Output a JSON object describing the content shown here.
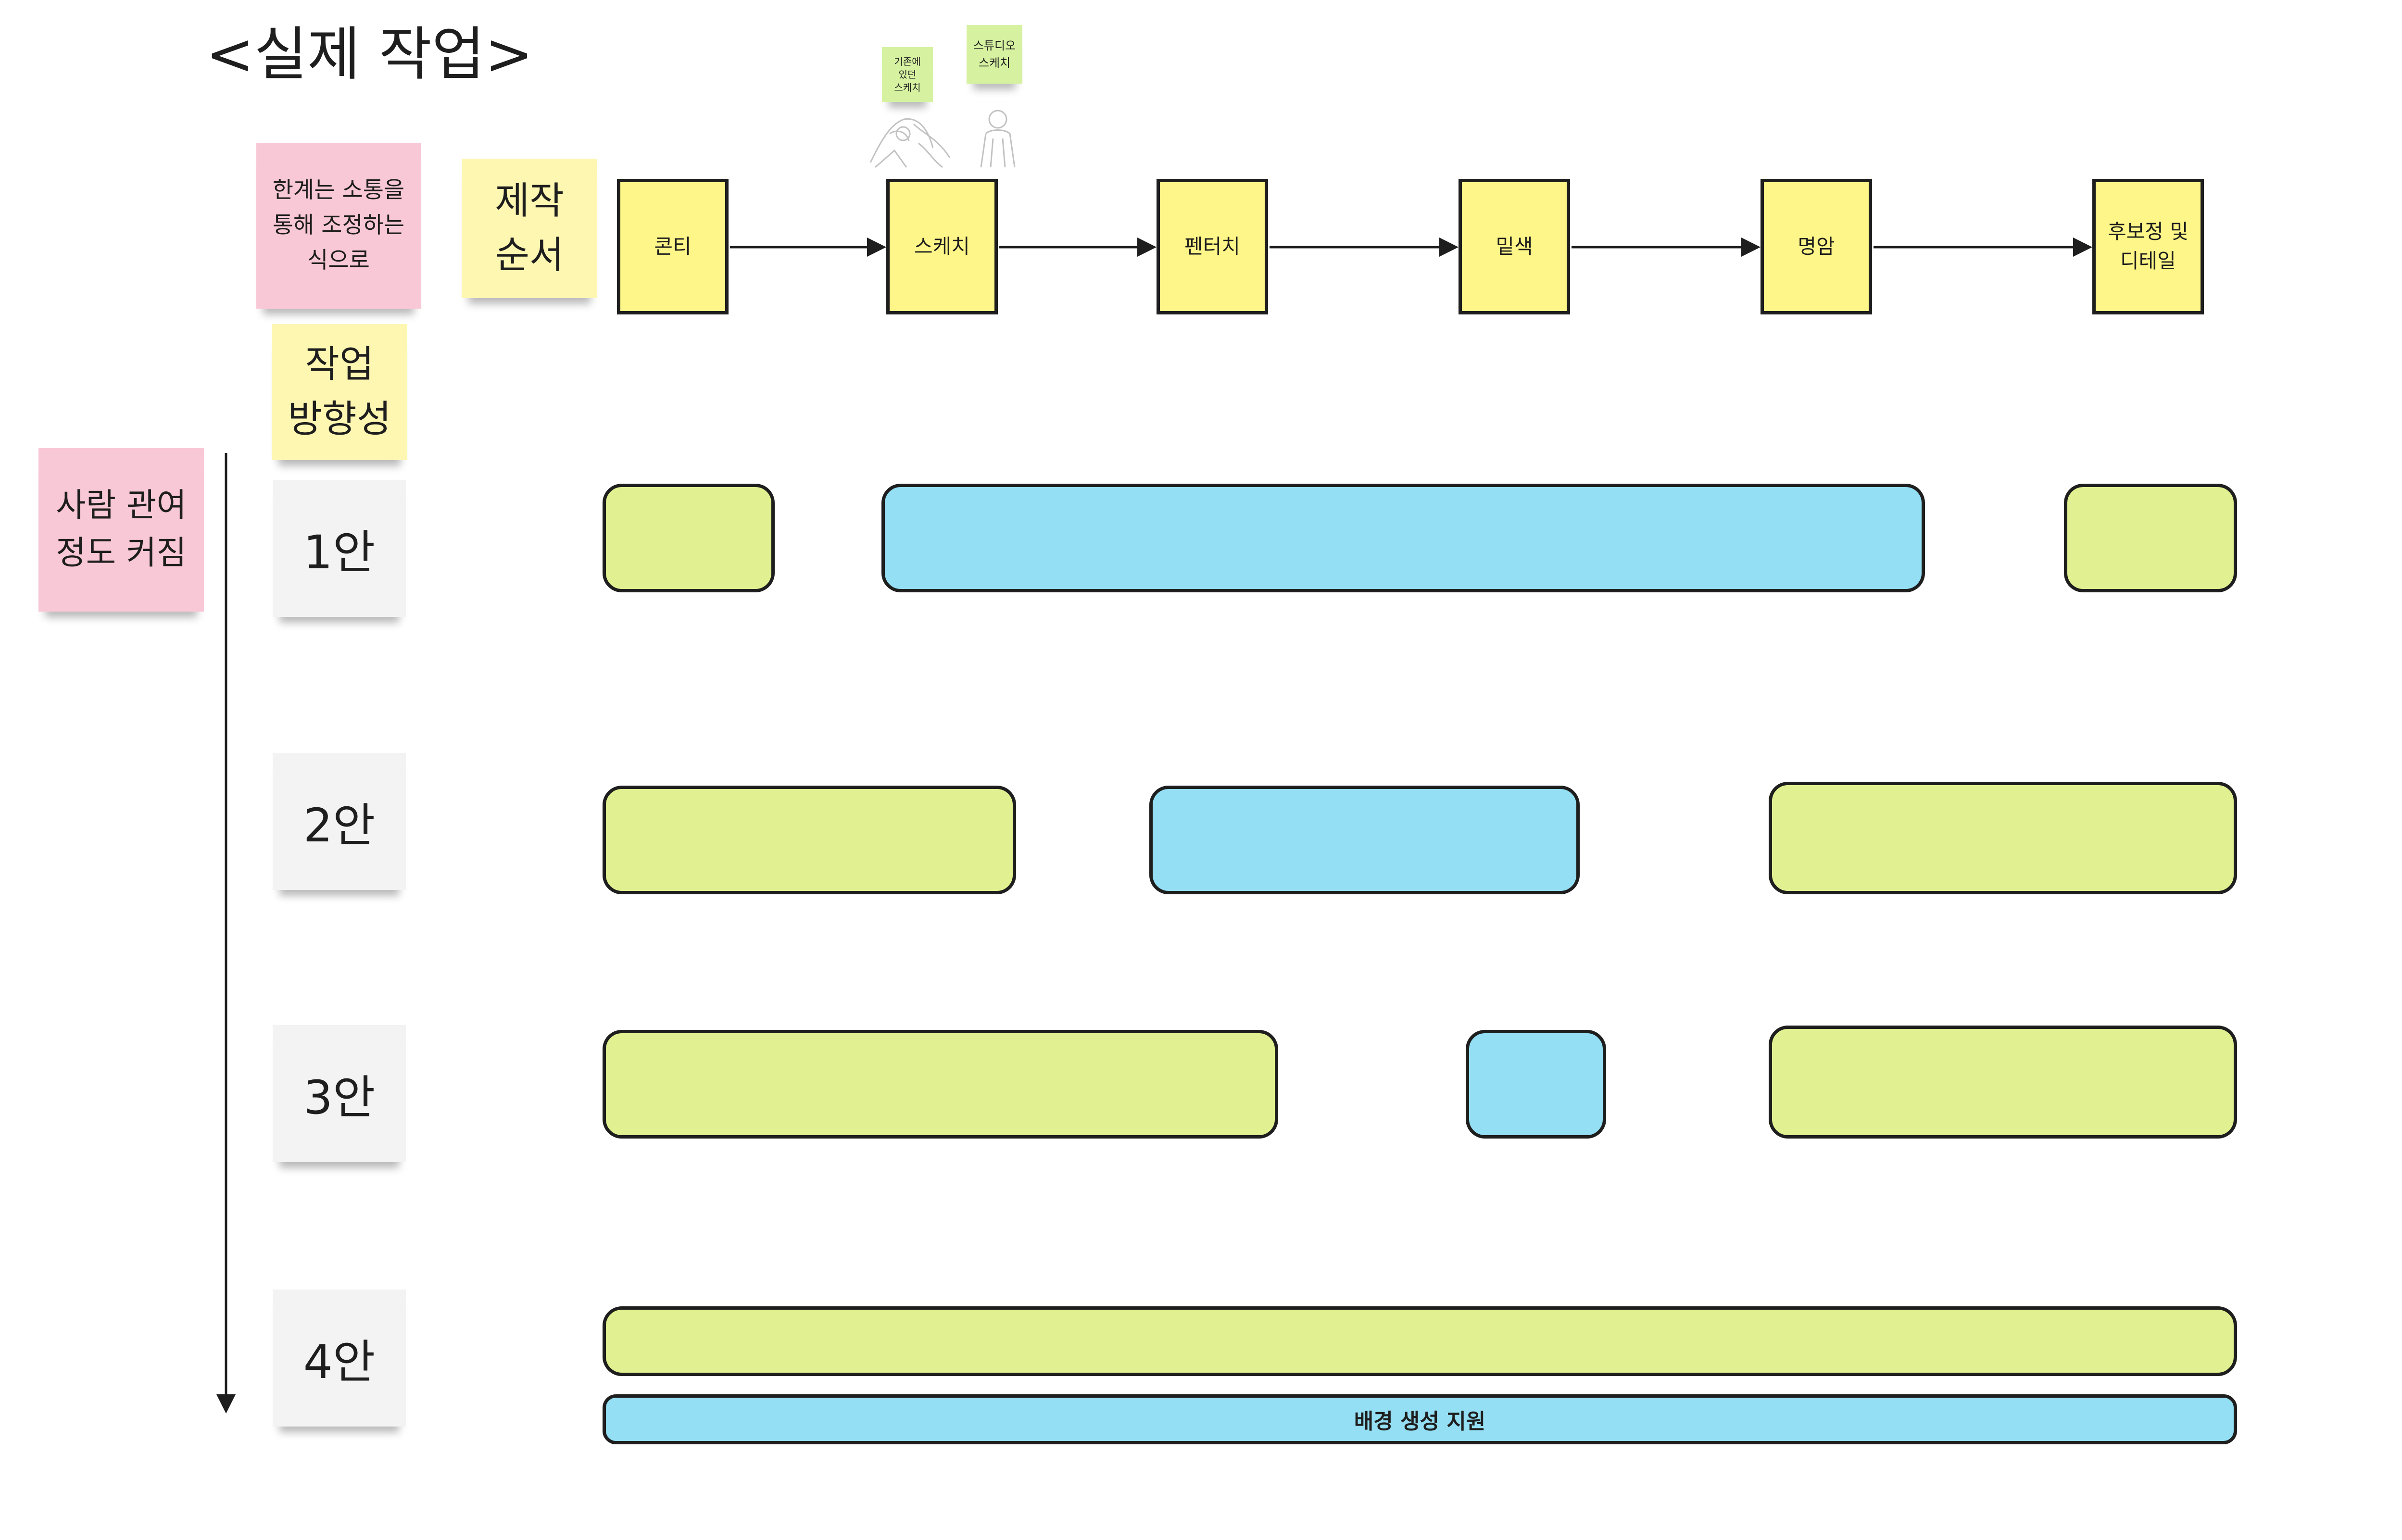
{
  "title": "<실제 작업>",
  "notes": {
    "limit_note": "한계는 소통을\n통해 조정하는\n식으로",
    "order_label": "제작\n순서",
    "direction_label": "작업\n방향성",
    "involvement_note": "사람 관여\n정도 커짐",
    "existing_sketch_note": "기존에\n있던\n스케치",
    "studio_sketch_note": "스튜디오\n스케치"
  },
  "steps": [
    "콘티",
    "스케치",
    "펜터치",
    "밑색",
    "명암",
    "후보정 및\n디테일"
  ],
  "options": [
    "1안",
    "2안",
    "3안",
    "4안"
  ],
  "bars": {
    "background_support_label": "배경 생성 지원"
  },
  "colors": {
    "step_fill": "#fef688",
    "bar_green": "#e1f191",
    "bar_blue": "#94dff3",
    "sticky_pink": "#f9c8d7",
    "sticky_yellow": "#fdf7b2",
    "sticky_gray": "#f3f3f4",
    "sticky_green": "#d6f2a1",
    "line": "#1e1e1e"
  }
}
